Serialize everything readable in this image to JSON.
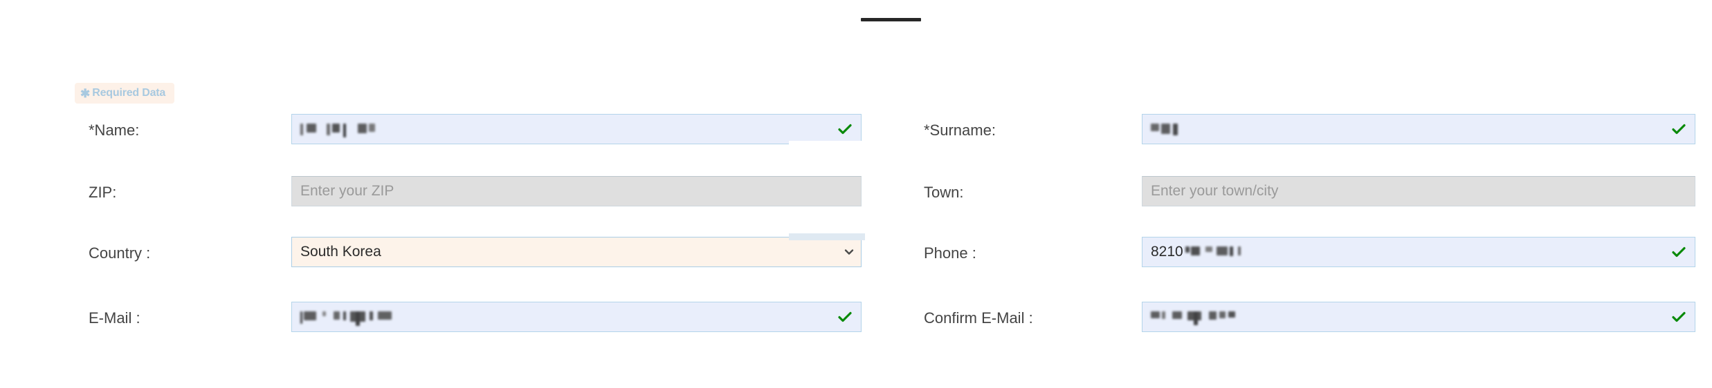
{
  "page": {
    "title_redacted": true,
    "background_color": "#ffffff"
  },
  "badge": {
    "star_glyph": "✱",
    "label": "Required Data",
    "background_color": "#fdf1e8",
    "text_color": "#a8c9e0"
  },
  "colors": {
    "filled_field_bg": "#e9eefb",
    "filled_field_border": "#b3d4ea",
    "empty_field_bg": "#dfdfdf",
    "select_field_bg": "#fdf3ea",
    "valid_check": "#0a8a0a",
    "label_text": "#444444",
    "placeholder_text": "#9a9a9a"
  },
  "form": {
    "rows": [
      {
        "left": {
          "label": "*Name:",
          "required": true,
          "type": "text",
          "value": "",
          "value_redacted": true,
          "placeholder": "",
          "state": "filled",
          "valid": true,
          "check_icon": "check-icon"
        },
        "right": {
          "label": "*Surname:",
          "required": true,
          "type": "text",
          "value": "",
          "value_redacted": true,
          "placeholder": "",
          "state": "filled",
          "valid": true,
          "check_icon": "check-icon"
        }
      },
      {
        "left": {
          "label": "ZIP:",
          "required": false,
          "type": "text",
          "value": "",
          "value_redacted": false,
          "placeholder": "Enter your ZIP",
          "state": "empty",
          "valid": false,
          "check_icon": ""
        },
        "right": {
          "label": "Town:",
          "required": false,
          "type": "text",
          "value": "",
          "value_redacted": false,
          "placeholder": "Enter your town/city",
          "state": "empty",
          "valid": false,
          "check_icon": ""
        }
      },
      {
        "left": {
          "label": "Country :",
          "required": false,
          "type": "select",
          "value": "South Korea",
          "value_redacted": false,
          "placeholder": "",
          "state": "select",
          "valid": false,
          "check_icon": "chevron-down-icon"
        },
        "right": {
          "label": "Phone :",
          "required": false,
          "type": "tel",
          "value": "8210",
          "value_redacted": true,
          "placeholder": "",
          "state": "filled",
          "valid": true,
          "check_icon": "check-icon"
        }
      },
      {
        "left": {
          "label": "E-Mail :",
          "required": false,
          "type": "email",
          "value": "",
          "value_redacted": true,
          "placeholder": "",
          "state": "filled",
          "valid": true,
          "check_icon": "check-icon"
        },
        "right": {
          "label": "Confirm E-Mail :",
          "required": false,
          "type": "email",
          "value": "",
          "value_redacted": true,
          "placeholder": "",
          "state": "filled",
          "valid": true,
          "check_icon": "check-icon"
        }
      }
    ]
  }
}
